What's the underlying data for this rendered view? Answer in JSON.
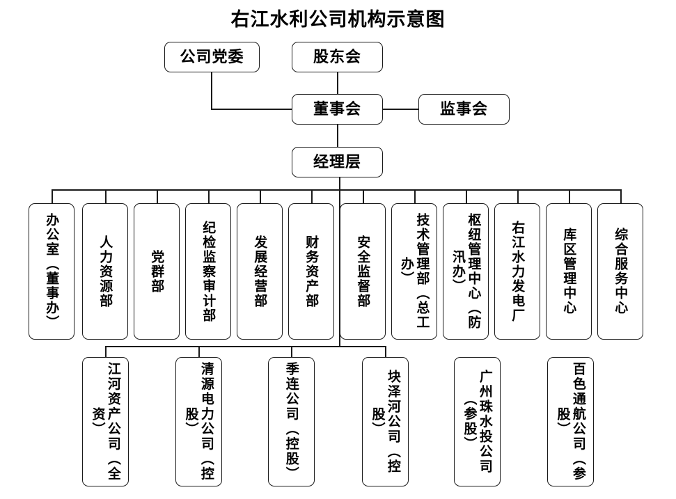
{
  "title": "右江水利公司机构示意图",
  "governance": {
    "party_committee": "公司党委",
    "shareholders_meeting": "股东会",
    "board_of_directors": "董事会",
    "board_of_supervisors": "监事会",
    "management_layer": "经理层"
  },
  "departments": [
    {
      "label": "办公室（董事办）"
    },
    {
      "label": "人力资源部"
    },
    {
      "label": "党群部"
    },
    {
      "label": "纪检监察审计部"
    },
    {
      "label": "发展经营部"
    },
    {
      "label": "财务资产部"
    },
    {
      "label": "安全监督部"
    },
    {
      "label": "技术管理部（总工办）"
    },
    {
      "label": "枢纽管理中心（防汛办）"
    },
    {
      "label": "右江水力发电厂"
    },
    {
      "label": "库区管理中心"
    },
    {
      "label": "综合服务中心"
    }
  ],
  "subsidiaries": [
    {
      "label": "江河资产公司（全资）"
    },
    {
      "label": "清源电力公司（控股）"
    },
    {
      "label": "季连公司（控股）"
    },
    {
      "label": "块泽河公司（控股）"
    },
    {
      "label": "广州珠水投公司（参股）"
    },
    {
      "label": "百色通航公司（参股）"
    }
  ],
  "colors": {
    "line": "#1a1a1a",
    "text": "#000000",
    "background": "#ffffff"
  }
}
